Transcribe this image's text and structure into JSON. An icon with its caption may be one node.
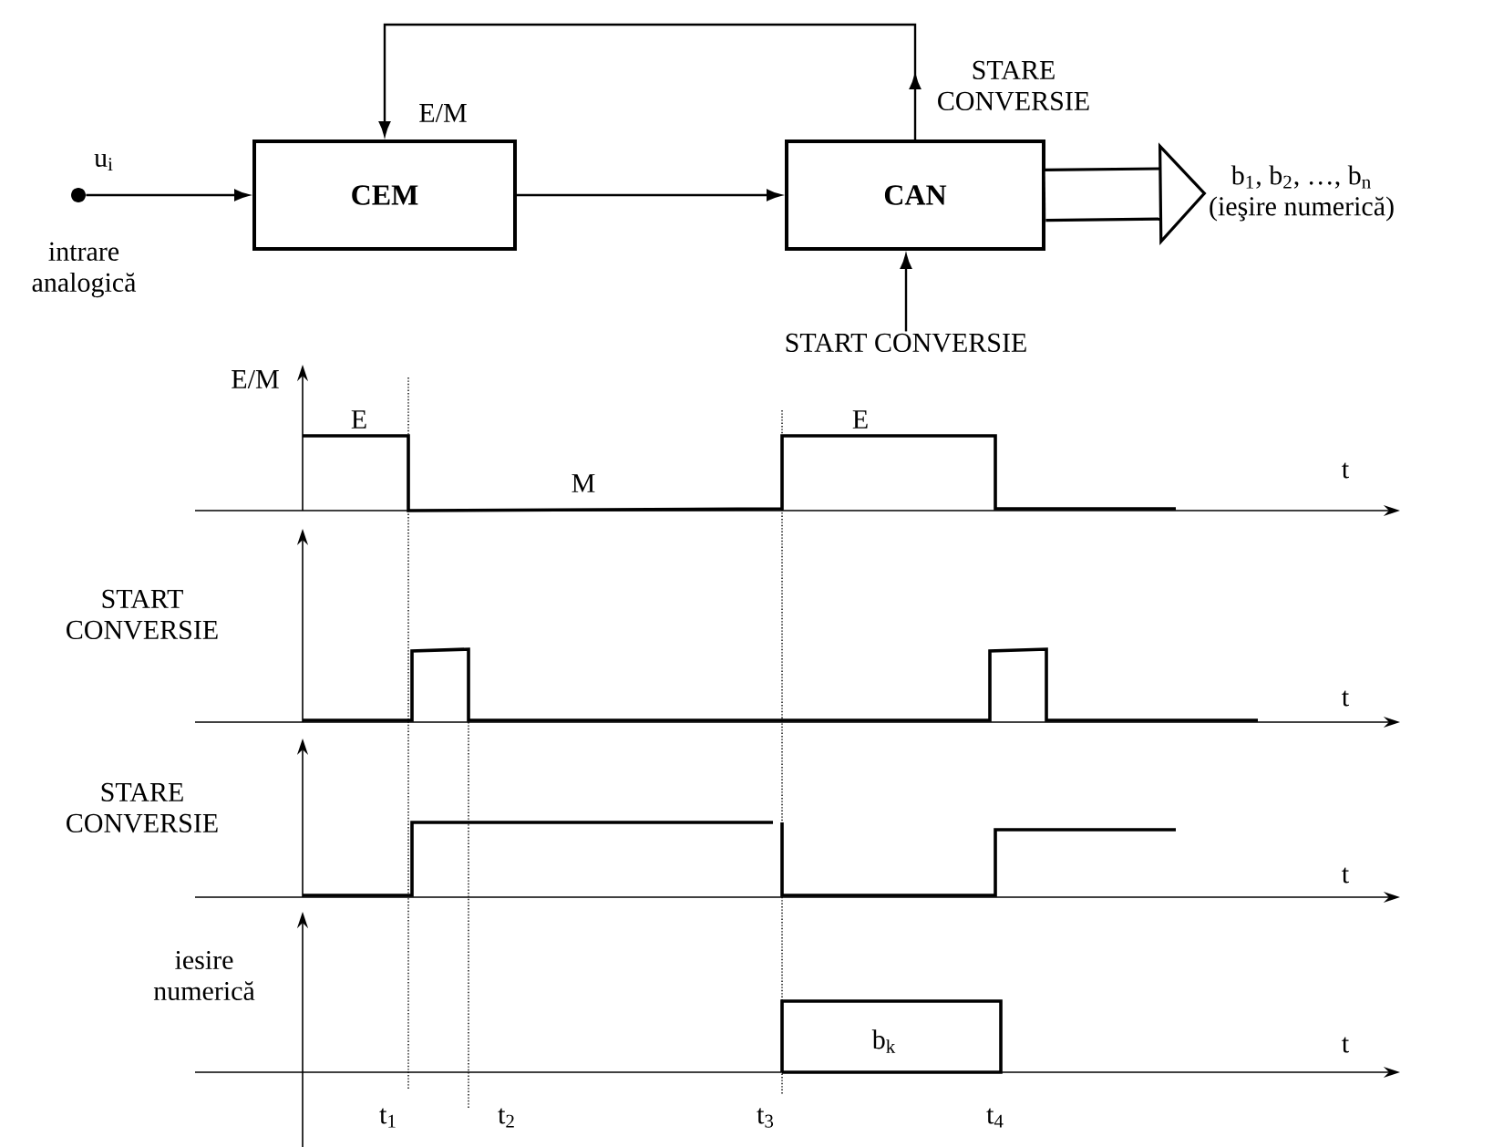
{
  "diagram": {
    "nodes": [
      {
        "text": [],
        "shape": "circle",
        "beside": [
          "u$_{i}$",
          "intrare analogică"
        ]
      },
      {
        "text": [
          "CEM"
        ],
        "beside": [
          "E/M"
        ]
      },
      {
        "text": [
          "CAN"
        ]
      },
      {
        "text": [
          "b$_{1}$, b$_{2}$, …, b$_{n}$",
          "(ieşire numerică)"
        ]
      },
      {
        "text": [
          "START CONVERSIE"
        ]
      }
    ],
    "edges": [
      {
        "from": 0,
        "to": 1,
        "arrow": "to"
      },
      {
        "from": 1,
        "to": 2,
        "arrow": "to"
      },
      {
        "from": 2,
        "to": 1,
        "arrow": "to"
      },
      {
        "from": 2,
        "to": 3,
        "arrow": "to",
        "style": "thick"
      },
      {
        "from": 4,
        "to": 2,
        "arrow": "to"
      }
    ],
    "labels": [
      "STARE CONVERSIE",
      "E/M",
      "E",
      "M",
      "E",
      "t",
      "START CONVERSIE",
      "t",
      "STARE CONVERSIE",
      "t",
      "iesire numerică",
      "b$_{k}$",
      "t",
      "t$_{1}$",
      "t$_{2}$",
      "t$_{3}$",
      "t$_{4}$"
    ]
  }
}
